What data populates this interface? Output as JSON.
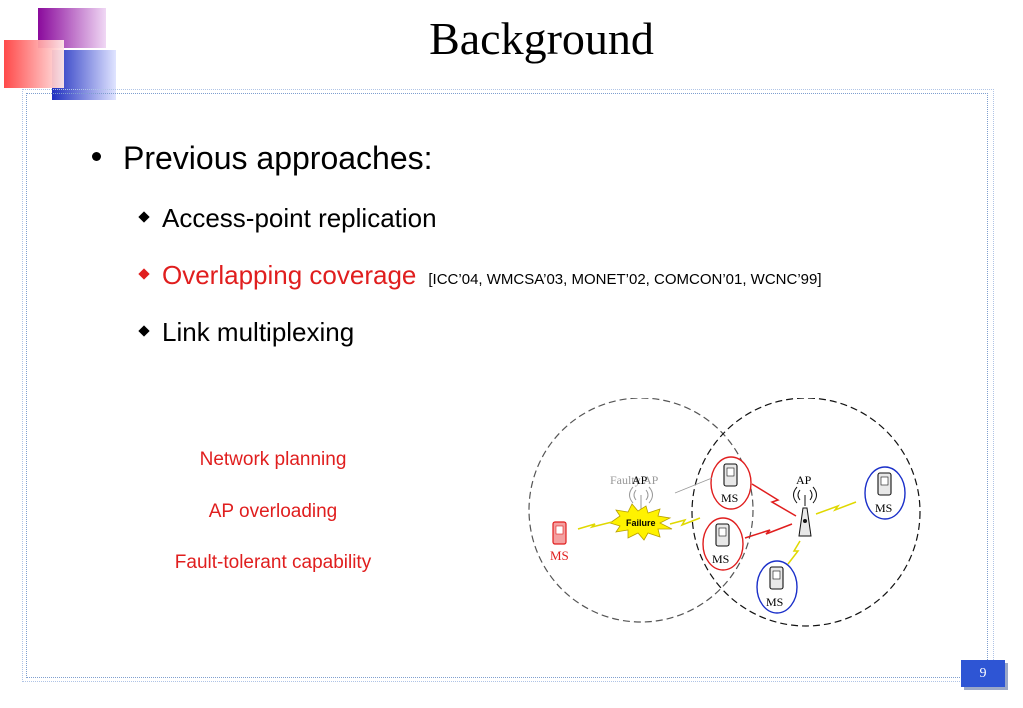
{
  "slide": {
    "title": "Background",
    "page_number": "9"
  },
  "bullets": {
    "main": "Previous approaches:",
    "sub": [
      {
        "text": "Access-point replication",
        "refs": "",
        "highlight": false
      },
      {
        "text": "Overlapping coverage",
        "refs": "[ICC’04, WMCSA’03, MONET’02, COMCON’01, WCNC’99]",
        "highlight": true
      },
      {
        "text": "Link multiplexing",
        "refs": "",
        "highlight": false
      }
    ]
  },
  "issues": [
    "Network planning",
    "AP overloading",
    "Fault-tolerant capability"
  ],
  "diagram": {
    "faulty_ap_label": "Faulty AP",
    "faulty_ap_overlay": "AP",
    "failure_label": "Failure",
    "ap_label": "AP",
    "ms_label": "MS"
  },
  "colors": {
    "accent_red": "#e01e1e",
    "ms_blue": "#1a2fc9",
    "page_box": "#2e55d4"
  }
}
